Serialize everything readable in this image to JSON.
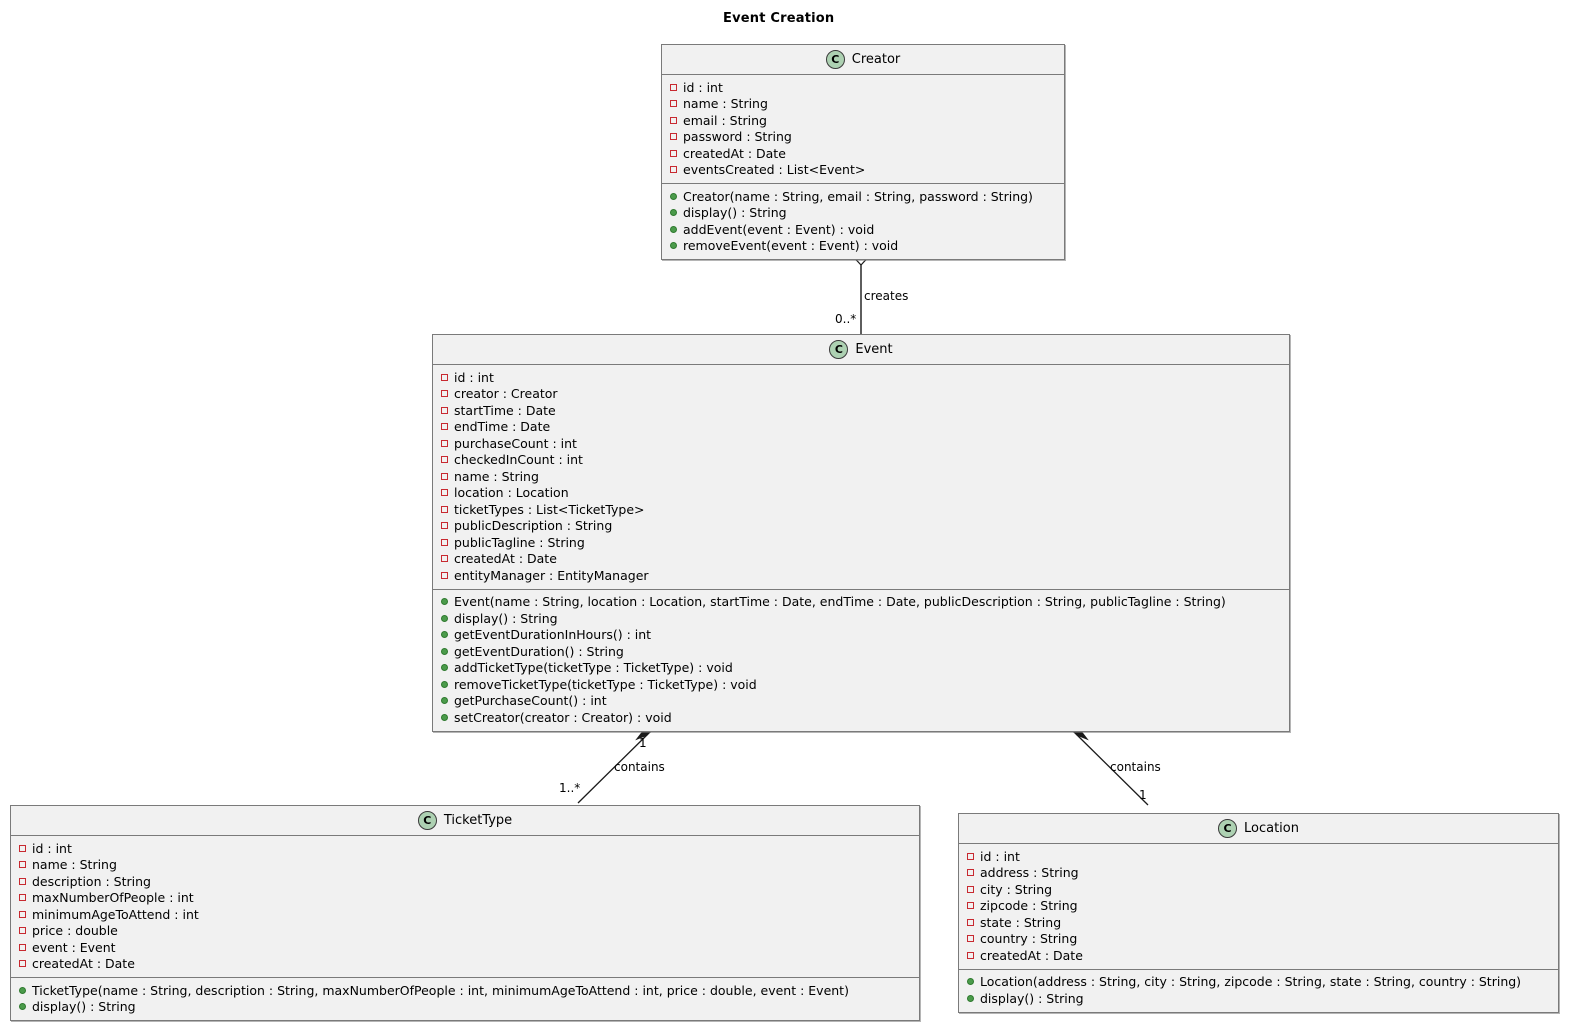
{
  "diagram": {
    "title": "Event Creation",
    "type": "uml-class-diagram",
    "background": "#ffffff",
    "box_fill": "#f1f1f1",
    "box_border": "#7a7a7a",
    "class_icon_fill": "#ADD1B2",
    "private_marker_color": "#C82930",
    "public_marker_color": "#4B9B4B"
  },
  "classes": [
    {
      "id": "creator",
      "name": "Creator",
      "icon": "class-icon-C",
      "stereotype": "C",
      "attributes": [
        {
          "visibility": "private",
          "text": "id : int"
        },
        {
          "visibility": "private",
          "text": "name : String"
        },
        {
          "visibility": "private",
          "text": "email : String"
        },
        {
          "visibility": "private",
          "text": "password : String"
        },
        {
          "visibility": "private",
          "text": "createdAt : Date"
        },
        {
          "visibility": "private",
          "text": "eventsCreated : List<Event>"
        }
      ],
      "methods": [
        {
          "visibility": "public",
          "text": "Creator(name : String, email : String, password : String)"
        },
        {
          "visibility": "public",
          "text": "display() : String"
        },
        {
          "visibility": "public",
          "text": "addEvent(event : Event) : void"
        },
        {
          "visibility": "public",
          "text": "removeEvent(event : Event) : void"
        }
      ]
    },
    {
      "id": "event",
      "name": "Event",
      "icon": "class-icon-C",
      "stereotype": "C",
      "attributes": [
        {
          "visibility": "private",
          "text": "id : int"
        },
        {
          "visibility": "private",
          "text": "creator : Creator"
        },
        {
          "visibility": "private",
          "text": "startTime : Date"
        },
        {
          "visibility": "private",
          "text": "endTime : Date"
        },
        {
          "visibility": "private",
          "text": "purchaseCount : int"
        },
        {
          "visibility": "private",
          "text": "checkedInCount : int"
        },
        {
          "visibility": "private",
          "text": "name : String"
        },
        {
          "visibility": "private",
          "text": "location : Location"
        },
        {
          "visibility": "private",
          "text": "ticketTypes : List<TicketType>"
        },
        {
          "visibility": "private",
          "text": "publicDescription : String"
        },
        {
          "visibility": "private",
          "text": "publicTagline : String"
        },
        {
          "visibility": "private",
          "text": "createdAt : Date"
        },
        {
          "visibility": "private",
          "text": "entityManager : EntityManager"
        }
      ],
      "methods": [
        {
          "visibility": "public",
          "text": "Event(name : String, location : Location, startTime : Date, endTime : Date, publicDescription : String, publicTagline : String)"
        },
        {
          "visibility": "public",
          "text": "display() : String"
        },
        {
          "visibility": "public",
          "text": "getEventDurationInHours() : int"
        },
        {
          "visibility": "public",
          "text": "getEventDuration() : String"
        },
        {
          "visibility": "public",
          "text": "addTicketType(ticketType : TicketType) : void"
        },
        {
          "visibility": "public",
          "text": "removeTicketType(ticketType : TicketType) : void"
        },
        {
          "visibility": "public",
          "text": "getPurchaseCount() : int"
        },
        {
          "visibility": "public",
          "text": "setCreator(creator : Creator) : void"
        }
      ]
    },
    {
      "id": "tickettype",
      "name": "TicketType",
      "icon": "class-icon-C",
      "stereotype": "C",
      "attributes": [
        {
          "visibility": "private",
          "text": "id : int"
        },
        {
          "visibility": "private",
          "text": "name : String"
        },
        {
          "visibility": "private",
          "text": "description : String"
        },
        {
          "visibility": "private",
          "text": "maxNumberOfPeople : int"
        },
        {
          "visibility": "private",
          "text": "minimumAgeToAttend : int"
        },
        {
          "visibility": "private",
          "text": "price : double"
        },
        {
          "visibility": "private",
          "text": "event : Event"
        },
        {
          "visibility": "private",
          "text": "createdAt : Date"
        }
      ],
      "methods": [
        {
          "visibility": "public",
          "text": "TicketType(name : String, description : String, maxNumberOfPeople : int, minimumAgeToAttend : int, price : double, event : Event)"
        },
        {
          "visibility": "public",
          "text": "display() : String"
        }
      ]
    },
    {
      "id": "location",
      "name": "Location",
      "icon": "class-icon-C",
      "stereotype": "C",
      "attributes": [
        {
          "visibility": "private",
          "text": "id : int"
        },
        {
          "visibility": "private",
          "text": "address : String"
        },
        {
          "visibility": "private",
          "text": "city : String"
        },
        {
          "visibility": "private",
          "text": "zipcode : String"
        },
        {
          "visibility": "private",
          "text": "state : String"
        },
        {
          "visibility": "private",
          "text": "country : String"
        },
        {
          "visibility": "private",
          "text": "createdAt : Date"
        }
      ],
      "methods": [
        {
          "visibility": "public",
          "text": "Location(address : String, city : String, zipcode : String, state : String, country : String)"
        },
        {
          "visibility": "public",
          "text": "display() : String"
        }
      ]
    }
  ],
  "relationships": [
    {
      "id": "creator-creates-event",
      "from": "creator",
      "to": "event",
      "kind": "aggregation",
      "label": "creates",
      "source_multiplicity": "",
      "target_multiplicity": "0..*"
    },
    {
      "id": "event-contains-tickettype",
      "from": "event",
      "to": "tickettype",
      "kind": "composition",
      "label": "contains",
      "source_multiplicity": "1",
      "target_multiplicity": "1..*"
    },
    {
      "id": "event-contains-location",
      "from": "event",
      "to": "location",
      "kind": "composition",
      "label": "contains",
      "source_multiplicity": "",
      "target_multiplicity": "1"
    }
  ]
}
